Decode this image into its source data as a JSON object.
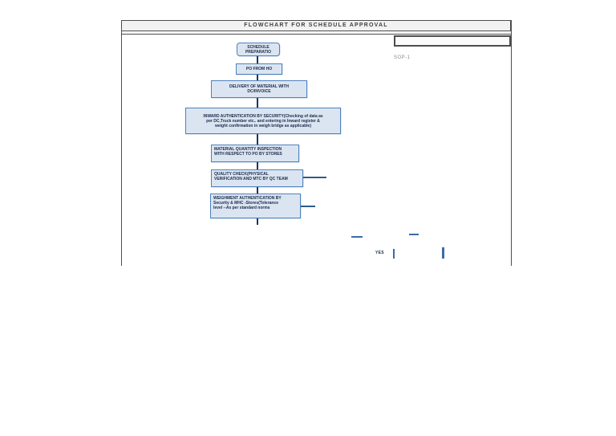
{
  "page": {
    "title": "FLOWCHART FOR SCHEDULE APPROVAL",
    "doc_code": "SOP-1"
  },
  "flowchart": {
    "nodes": [
      {
        "id": "schedule-preparation",
        "shape": "rounded",
        "lines": [
          "SCHEDULE",
          "PREPARATIO"
        ]
      },
      {
        "id": "po-from-ho",
        "shape": "rect",
        "lines": [
          "PO FROM HO"
        ]
      },
      {
        "id": "delivery",
        "shape": "rect",
        "lines": [
          "DELIVERY OF MATERIAL WITH",
          "DC/INVOICE"
        ]
      },
      {
        "id": "inward-authentication",
        "shape": "rect",
        "lines": [
          "INWARD AUTHENTICATION BY SECURITY(Checking of data as",
          "per DC,Truck number etc.. and entering in Inward register &",
          "weight confirmation in weigh bridge as applicable)"
        ]
      },
      {
        "id": "material-quantity-inspection",
        "shape": "rect",
        "lines": [
          "MATERIAL QUANTITY INSPECTION",
          "WITH RESPECT TO  PO BY STORES"
        ]
      },
      {
        "id": "quality-check",
        "shape": "rect",
        "lines": [
          "QUALITY CHECK(PHYSICAL",
          "VERIFICATION AND MTC BY QC TEAM"
        ]
      },
      {
        "id": "weighment-authentication",
        "shape": "rect",
        "lines": [
          "WEIGHMENT AUTHENTICATION BY",
          "Security & MHC -Stores(Tolerance",
          "level --As per  standard norms"
        ]
      }
    ],
    "labels": {
      "yes": "YES"
    }
  },
  "colors": {
    "node_fill": "#dbe5f1",
    "node_border": "#4f81bd",
    "connector": "#17375e",
    "title_fill": "#f2f2f2",
    "frame_border": "#4d4d4d",
    "doc_code_text": "#8c8c8c"
  }
}
